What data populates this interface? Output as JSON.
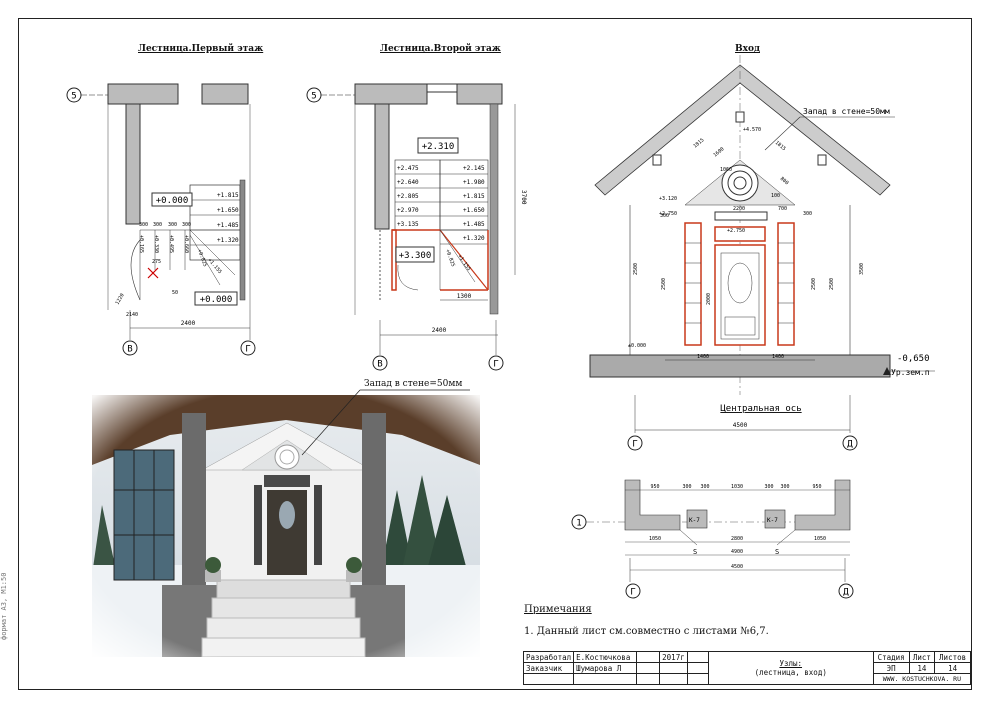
{
  "sheet": {
    "side_label": "формат А3, М1:50"
  },
  "views": {
    "stair1_title": "Лестница.Первый этаж",
    "stair2_title": "Лестница.Второй этаж",
    "entrance_title": "Вход"
  },
  "stair1": {
    "axis_5": "5",
    "axis_v": "В",
    "axis_g": "Г",
    "level_top": "+0.000",
    "level_bottom": "+0.000",
    "width_dim": "2400",
    "step_dims": [
      "300",
      "300",
      "300",
      "300"
    ],
    "flight_levels": [
      "+1.815",
      "+1.650",
      "+1.485",
      "+1.320"
    ],
    "winder_levels": [
      "+0.165",
      "+0.330",
      "+0.495",
      "+0.660",
      "+0.825",
      "+1.155"
    ],
    "small_dims": [
      "275",
      "1220",
      "2140",
      "50"
    ]
  },
  "stair2": {
    "axis_5": "5",
    "axis_v": "В",
    "axis_g": "Г",
    "level_main": "+2.310",
    "level_landing": "+3.300",
    "left_levels": [
      "+2.475",
      "+2.640",
      "+2.805",
      "+2.970",
      "+3.135"
    ],
    "right_levels": [
      "+2.145",
      "+1.980",
      "+1.815",
      "+1.650",
      "+1.485",
      "+1.320"
    ],
    "small_levels": [
      "+0.825",
      "+1.155"
    ],
    "height_dim": "3700",
    "landing_dim": "1300",
    "width_dim": "2400"
  },
  "entrance": {
    "note_recess": "Запад в стене=50мм",
    "elev_ground": "-0,650",
    "ground_label": "Ур.зем.п",
    "center_axis": "Центральная ось",
    "level_zero": "±0.000",
    "dims_h": [
      "1400",
      "1400"
    ],
    "total_width": "4500",
    "axis_g": "Г",
    "axis_d": "Д",
    "top_levels": [
      "+4.570",
      "+3.120",
      "+2.750",
      "+2.750"
    ],
    "heights": [
      "2500",
      "2500",
      "2500",
      "2500",
      "3500",
      "2000"
    ],
    "gable_dims": [
      "1815",
      "1600",
      "1815",
      "2200",
      "100",
      "700",
      "300",
      "300",
      "800",
      "1060"
    ]
  },
  "plan": {
    "axis_1": "1",
    "axis_g": "Г",
    "axis_d": "Д",
    "top_dims": [
      "950",
      "300",
      "300",
      "1030",
      "300",
      "300",
      "950"
    ],
    "bottom_dims": [
      "1050",
      "2800",
      "1050"
    ],
    "inner_dim": "4900",
    "total_width": "4500",
    "tag_left": "К-7",
    "tag_right": "К-7",
    "mark_left": "S",
    "mark_right": "S"
  },
  "render": {
    "note_recess": "Запад в стене=50мм"
  },
  "notes": {
    "heading": "Примечания",
    "item1": "1. Данный лист см.совместно с листами №6,7."
  },
  "stamp": {
    "developed_label": "Разработал",
    "developed_name": "Е.Костючкова",
    "year": "2017г",
    "customer_label": "Заказчик",
    "customer_name": "Шумарова Л",
    "sheet_title_1": "Узлы:",
    "sheet_title_2": "(лестница, вход)",
    "stage_label": "Стадия",
    "sheet_label": "Лист",
    "sheets_label": "Листов",
    "stage": "ЭП",
    "sheet_no": "14",
    "sheets_total": "14",
    "website": "WWW. KOSTUCHKOVA. RU"
  }
}
